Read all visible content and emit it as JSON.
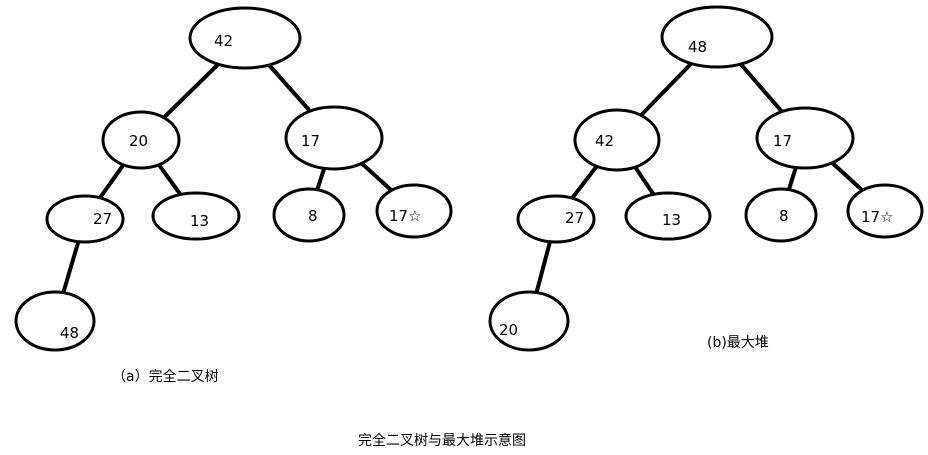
{
  "tree_a": {
    "caption": "（a）完全二叉树",
    "nodes": [
      {
        "id": "a-42",
        "label": "42"
      },
      {
        "id": "a-20",
        "label": "20"
      },
      {
        "id": "a-17",
        "label": "17"
      },
      {
        "id": "a-27",
        "label": "27"
      },
      {
        "id": "a-13",
        "label": "13"
      },
      {
        "id": "a-8",
        "label": "8"
      },
      {
        "id": "a-17star",
        "label": "17☆"
      },
      {
        "id": "a-48",
        "label": "48"
      }
    ],
    "edges": [
      [
        "a-42",
        "a-20"
      ],
      [
        "a-42",
        "a-17"
      ],
      [
        "a-20",
        "a-27"
      ],
      [
        "a-20",
        "a-13"
      ],
      [
        "a-17",
        "a-8"
      ],
      [
        "a-17",
        "a-17star"
      ],
      [
        "a-27",
        "a-48"
      ]
    ]
  },
  "tree_b": {
    "caption": "(b)最大堆",
    "nodes": [
      {
        "id": "b-48",
        "label": "48"
      },
      {
        "id": "b-42",
        "label": "42"
      },
      {
        "id": "b-17",
        "label": "17"
      },
      {
        "id": "b-27",
        "label": "27"
      },
      {
        "id": "b-13",
        "label": "13"
      },
      {
        "id": "b-8",
        "label": "8"
      },
      {
        "id": "b-17star",
        "label": "17☆"
      },
      {
        "id": "b-20",
        "label": "20"
      }
    ],
    "edges": [
      [
        "b-48",
        "b-42"
      ],
      [
        "b-48",
        "b-17"
      ],
      [
        "b-42",
        "b-27"
      ],
      [
        "b-42",
        "b-13"
      ],
      [
        "b-17",
        "b-8"
      ],
      [
        "b-17",
        "b-17star"
      ],
      [
        "b-27",
        "b-20"
      ]
    ]
  },
  "figure_caption": "完全二叉树与最大堆示意图"
}
